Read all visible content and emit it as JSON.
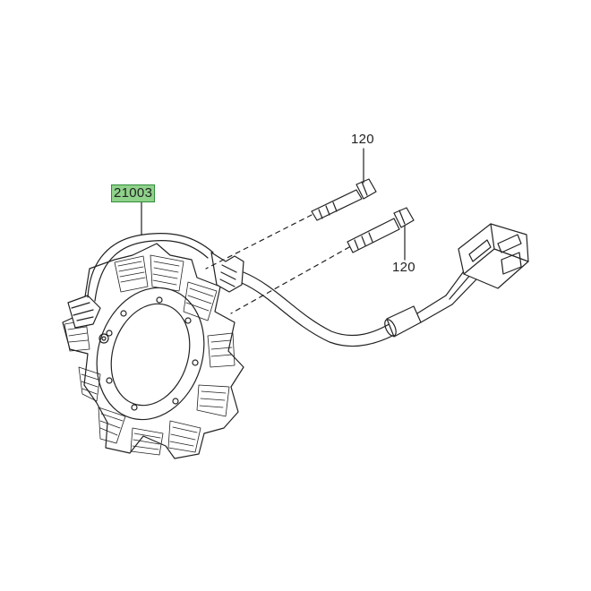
{
  "parts": [
    {
      "number": "21003",
      "highlighted": true
    },
    {
      "number": "120",
      "highlighted": false
    },
    {
      "number": "120",
      "highlighted": false
    }
  ],
  "colors": {
    "line": "#222222",
    "highlight_fill": "#8fd28a",
    "highlight_border": "#2f8f3a",
    "background": "#ffffff"
  },
  "icons": [
    "stator-coil-icon",
    "wire-harness-icon",
    "connector-plug-icon",
    "bolt-icon"
  ]
}
